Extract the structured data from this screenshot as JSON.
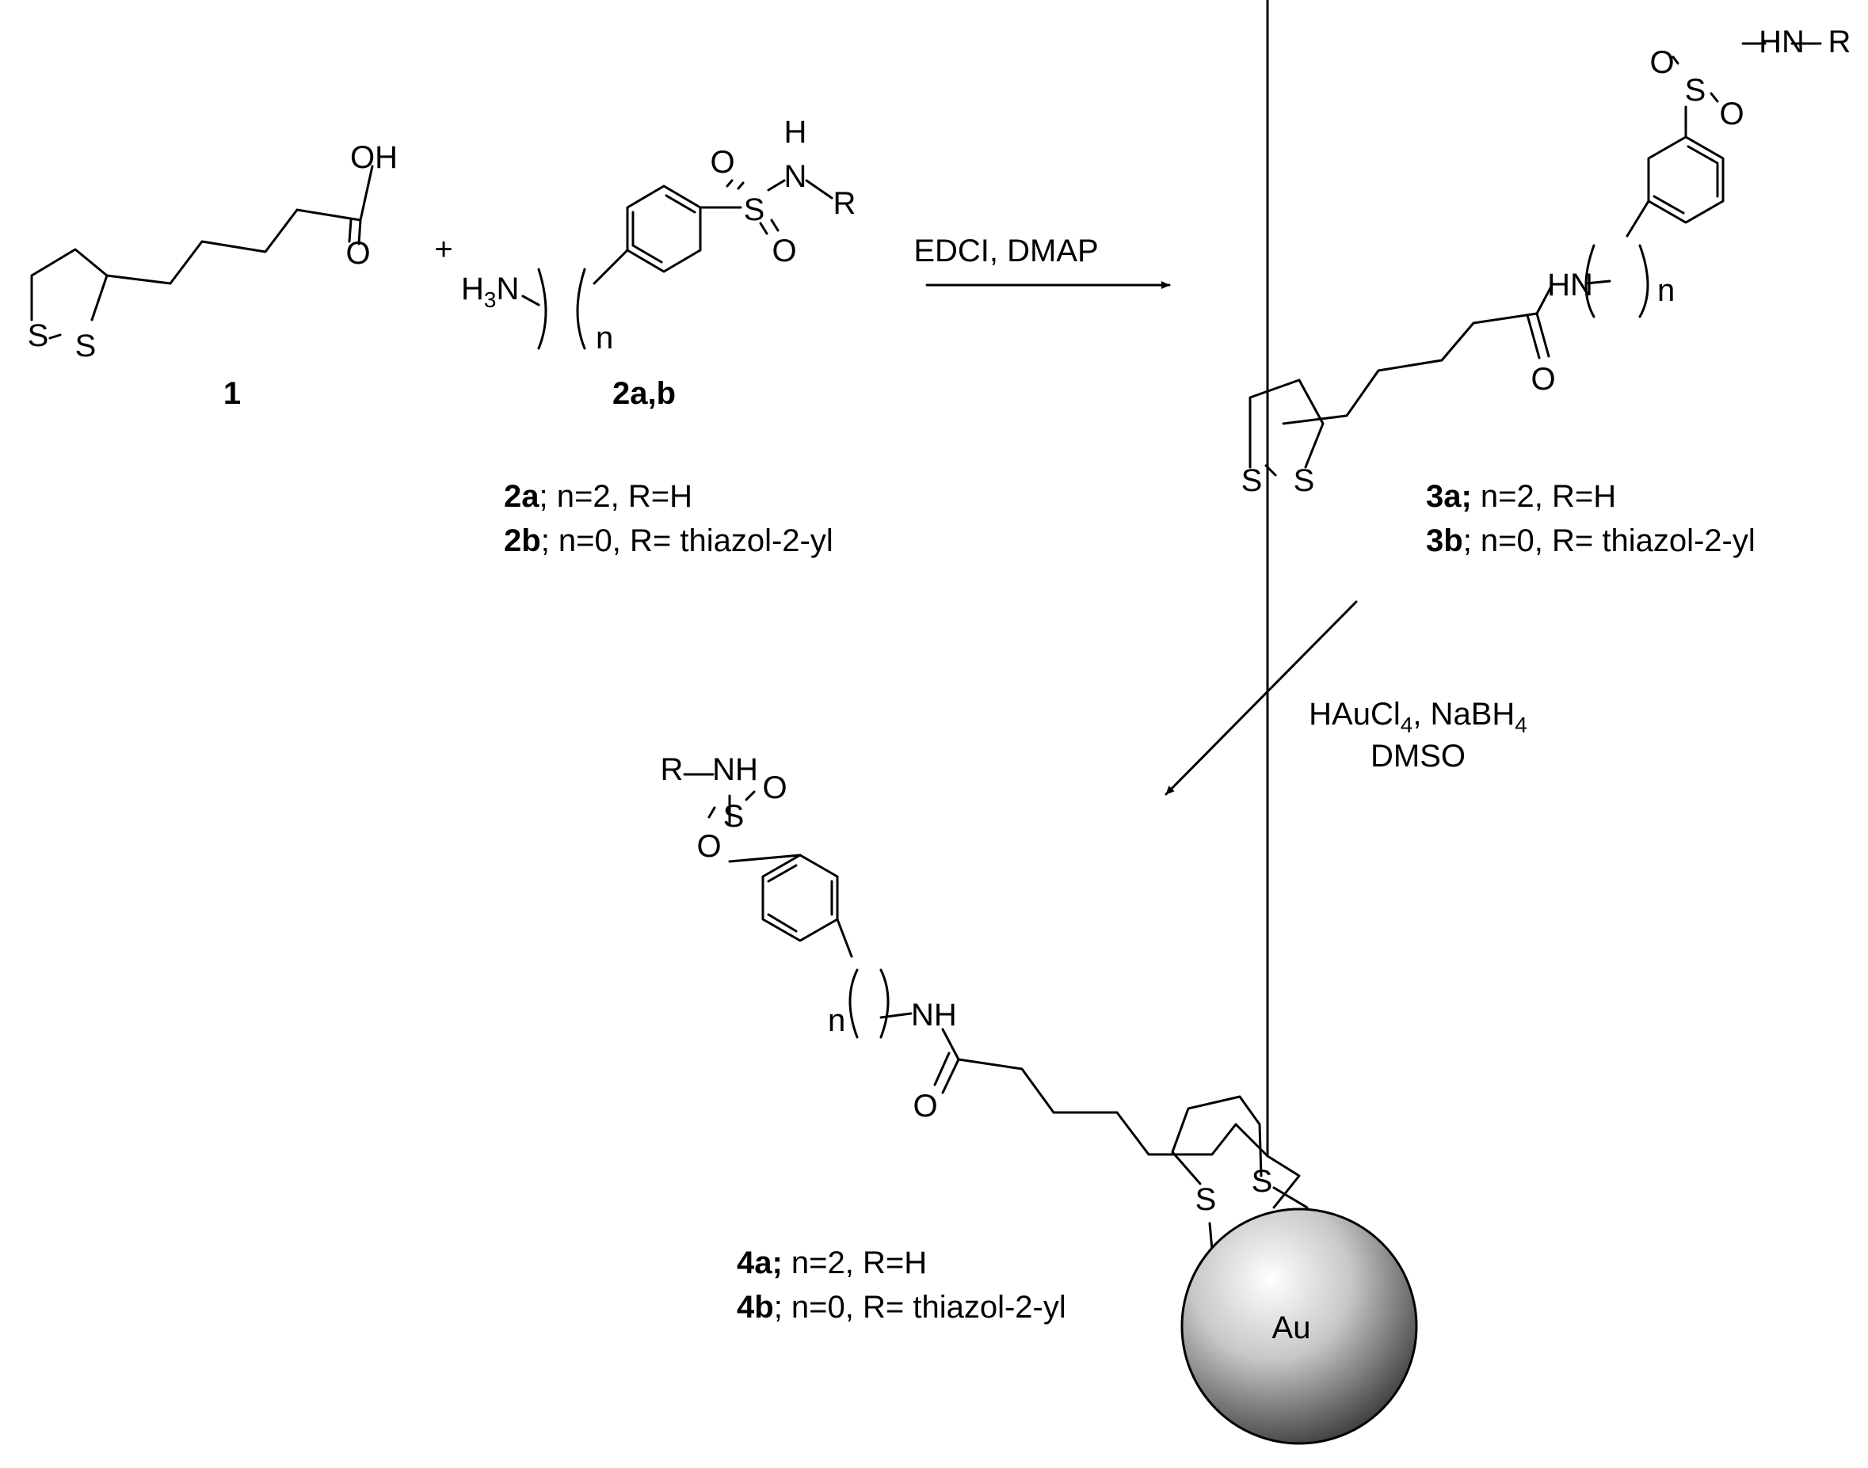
{
  "compound_1": {
    "number": "1",
    "atoms": {
      "oh": "OH",
      "o": "O",
      "s1": "S",
      "s2": "S"
    }
  },
  "plus_sign": "+",
  "compound_2": {
    "number": "2a,b",
    "atoms": {
      "o1": "O",
      "o2": "O",
      "s": "S",
      "h": "H",
      "n": "N",
      "r": "R",
      "n_index": "n"
    },
    "amine": {
      "main": "H",
      "sub": "3",
      "tail": "N"
    },
    "variants": [
      {
        "id": "2a",
        "sep": ";",
        "text": " n=2, R=H"
      },
      {
        "id": "2b",
        "sep": ";",
        "text": " n=0, R= thiazol-2-yl"
      }
    ]
  },
  "step_1": {
    "reagents": "EDCI, DMAP"
  },
  "compound_3": {
    "atoms": {
      "o1": "O",
      "o2": "O",
      "s": "S",
      "hn": "HN",
      "r": "R",
      "o3": "O",
      "s1": "S",
      "s2": "S",
      "n_index": "n"
    },
    "amide_nh": "HN",
    "variants": [
      {
        "id": "3a;",
        "text": " n=2, R=H"
      },
      {
        "id": "3b",
        "text": "; n=0, R= thiazol-2-yl"
      }
    ]
  },
  "step_2": {
    "line1": {
      "a": "HAuCl",
      "a_sub": "4",
      "b": ", NaBH",
      "b_sub": "4"
    },
    "line2": "DMSO"
  },
  "compound_4": {
    "atoms": {
      "r": "R",
      "nh": "NH",
      "o1": "O",
      "o2": "O",
      "s": "S",
      "amide_nh": "NH",
      "o3": "O",
      "s1": "S",
      "s2": "S",
      "n_index": "n"
    },
    "particle_label": "Au",
    "variants": [
      {
        "id": "4a;",
        "text": " n=2, R=H"
      },
      {
        "id": "4b",
        "text": "; n=0, R= thiazol-2-yl"
      }
    ]
  },
  "colors": {
    "ink": "#000000",
    "background": "#ffffff",
    "particle_light": "#ffffff",
    "particle_dark": "#3a3a3a"
  }
}
